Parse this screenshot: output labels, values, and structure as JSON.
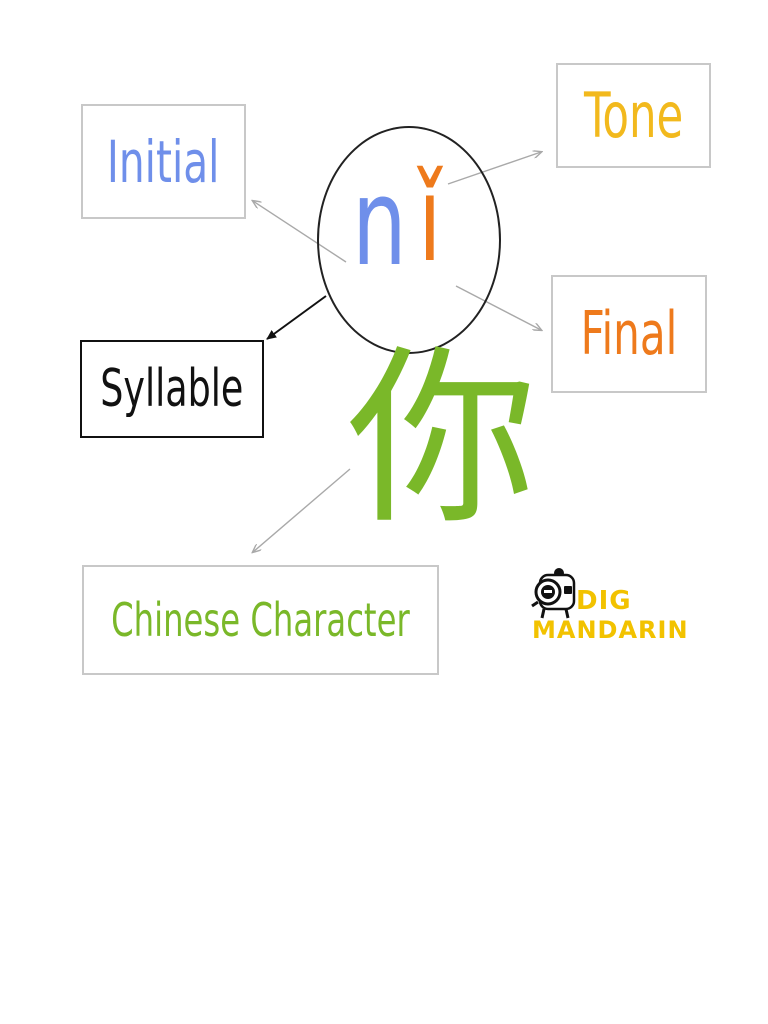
{
  "diagram": {
    "labels": {
      "initial": "Initial",
      "tone": "Tone",
      "final": "Final",
      "syllable": "Syllable",
      "character": "Chinese Character"
    },
    "pinyin": {
      "initial_letter": "n",
      "final_letter": "ǐ"
    },
    "hanzi": "你",
    "logo": {
      "line1": "DIG",
      "line2": "MANDARIN"
    }
  },
  "colors": {
    "initial": "#6f8fea",
    "tone": "#f2b91d",
    "final": "#ee7a1c",
    "syllable": "#111111",
    "character": "#7ab829",
    "logo": "#f2c200",
    "arrow_gray": "#a9a9a9",
    "arrow_dark": "#111111"
  },
  "icons": {
    "logo_mascot": "panda-mascot-icon"
  }
}
